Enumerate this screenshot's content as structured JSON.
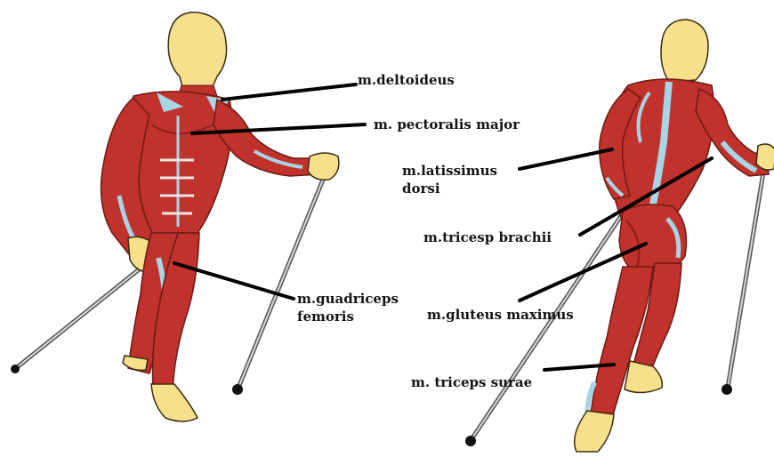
{
  "labels": {
    "deltoideus": "m.deltoideus",
    "pectoralis": "m. pectoralis major",
    "quadriceps_l1": "m.guadriceps",
    "quadriceps_l2": "femoris",
    "latissimus_l1": "m.latissimus",
    "latissimus_l2": "dorsi",
    "triceps_brachii": "m.tricesp brachii",
    "gluteus": "m.gluteus maximus",
    "triceps_surae": "m. triceps surae"
  },
  "colors": {
    "muscle": "#c0322b",
    "muscle_dark": "#8e1d1a",
    "tendon": "#a9d4e6",
    "skin": "#f7e08b",
    "pole": "#555555",
    "leader_line": "#000000"
  }
}
